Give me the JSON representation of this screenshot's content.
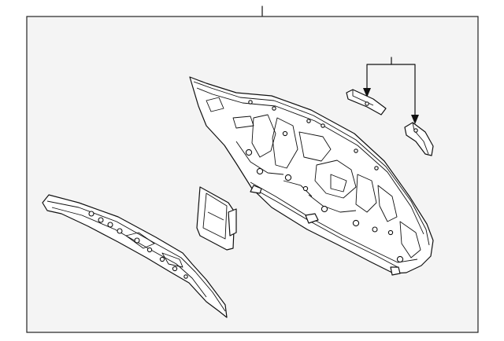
{
  "diagram": {
    "parts": [
      {
        "id": "main-panel",
        "kind": "rear-body-panel"
      },
      {
        "id": "left-reinforcement",
        "kind": "reinforcement"
      },
      {
        "id": "center-bracket",
        "kind": "bracket"
      },
      {
        "id": "small-bracket-a",
        "kind": "bracket"
      },
      {
        "id": "small-bracket-b",
        "kind": "bracket"
      }
    ],
    "callouts": [
      {
        "id": "top-callout",
        "target": "main-panel",
        "style": "leader-line"
      },
      {
        "id": "bracket-callout",
        "target": "small-brackets",
        "style": "branched-arrow"
      }
    ]
  }
}
